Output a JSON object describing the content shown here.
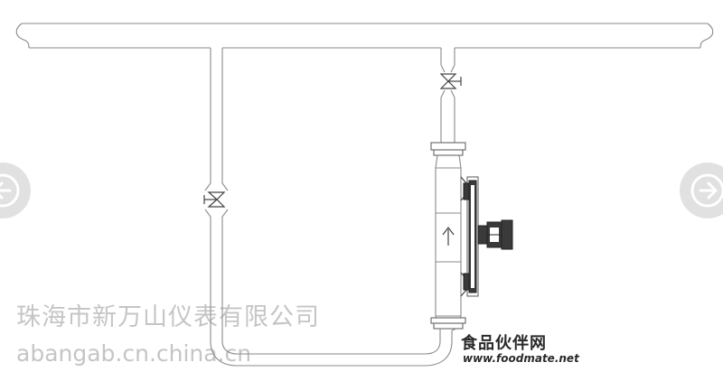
{
  "watermark": {
    "company": "珠海市新万山仪表有限公司",
    "domain": "abangab.cn.china.cn"
  },
  "logo": {
    "name": "食品伙伴网",
    "url": "www.foodmate.net"
  },
  "nav": {
    "prev_icon": "arrow-left-icon",
    "next_icon": "arrow-right-icon"
  },
  "colors": {
    "pipe": "#8a8a8a",
    "instrument": "#3a3a3a",
    "nav_bg": "#c8c8c8"
  }
}
